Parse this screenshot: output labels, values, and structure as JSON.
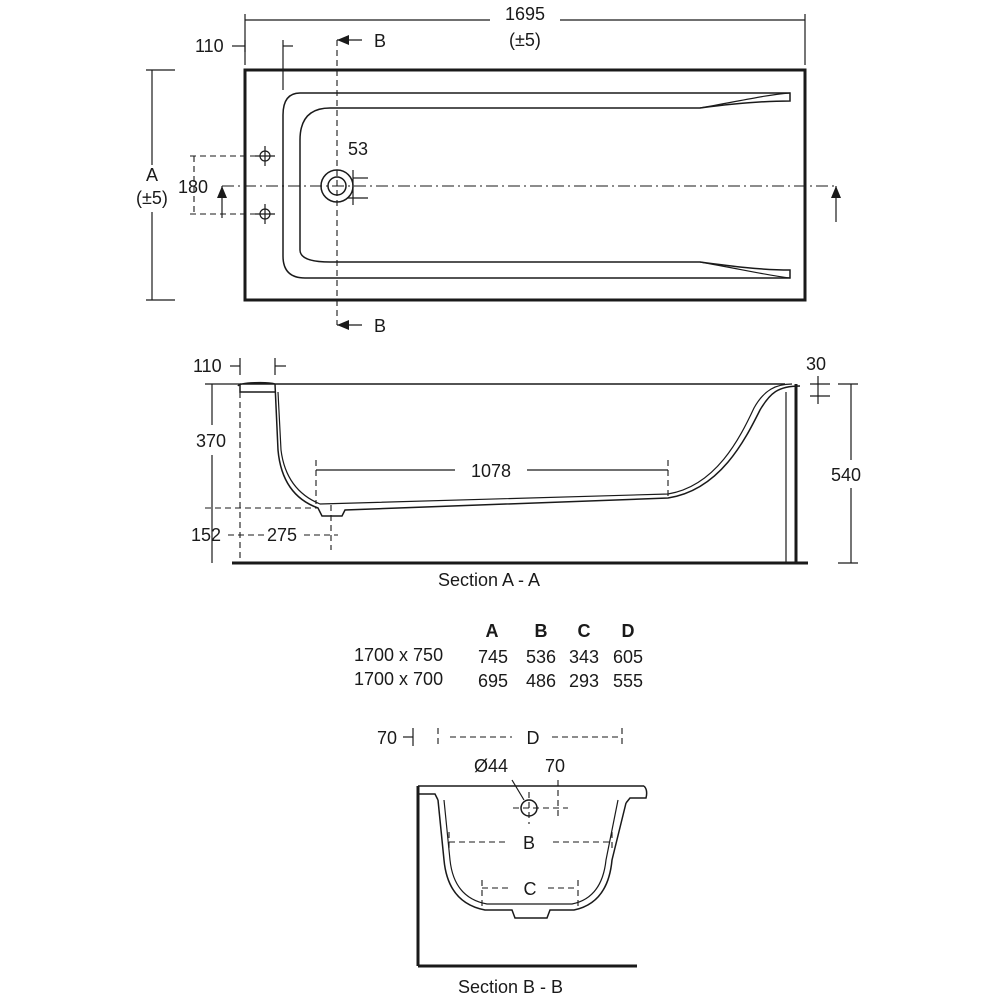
{
  "plan": {
    "length_label": "1695",
    "length_tolerance": "(±5)",
    "offset_label": "110",
    "section_marker": "B",
    "width_label": "A",
    "width_tolerance": "(±5)",
    "tap_spacing_label": "180",
    "waste_offset_label": "53"
  },
  "section_aa": {
    "caption": "Section A - A",
    "rim_offset_label": "110",
    "rim_label": "30",
    "depth_label": "370",
    "height_label": "540",
    "base_length_label": "1078",
    "waste_height_label": "152",
    "waste_offset_label": "275"
  },
  "table": {
    "headers": [
      "A",
      "B",
      "C",
      "D"
    ],
    "rows": [
      {
        "size": "1700 x 750",
        "values": [
          "745",
          "536",
          "343",
          "605"
        ]
      },
      {
        "size": "1700 x 700",
        "values": [
          "695",
          "486",
          "293",
          "555"
        ]
      }
    ]
  },
  "section_bb": {
    "caption": "Section B - B",
    "rim_offset_label": "70",
    "width_label": "D",
    "waste_diameter_label": "Ø44",
    "waste_offset_label": "70",
    "inner_width_label": "B",
    "base_width_label": "C"
  }
}
